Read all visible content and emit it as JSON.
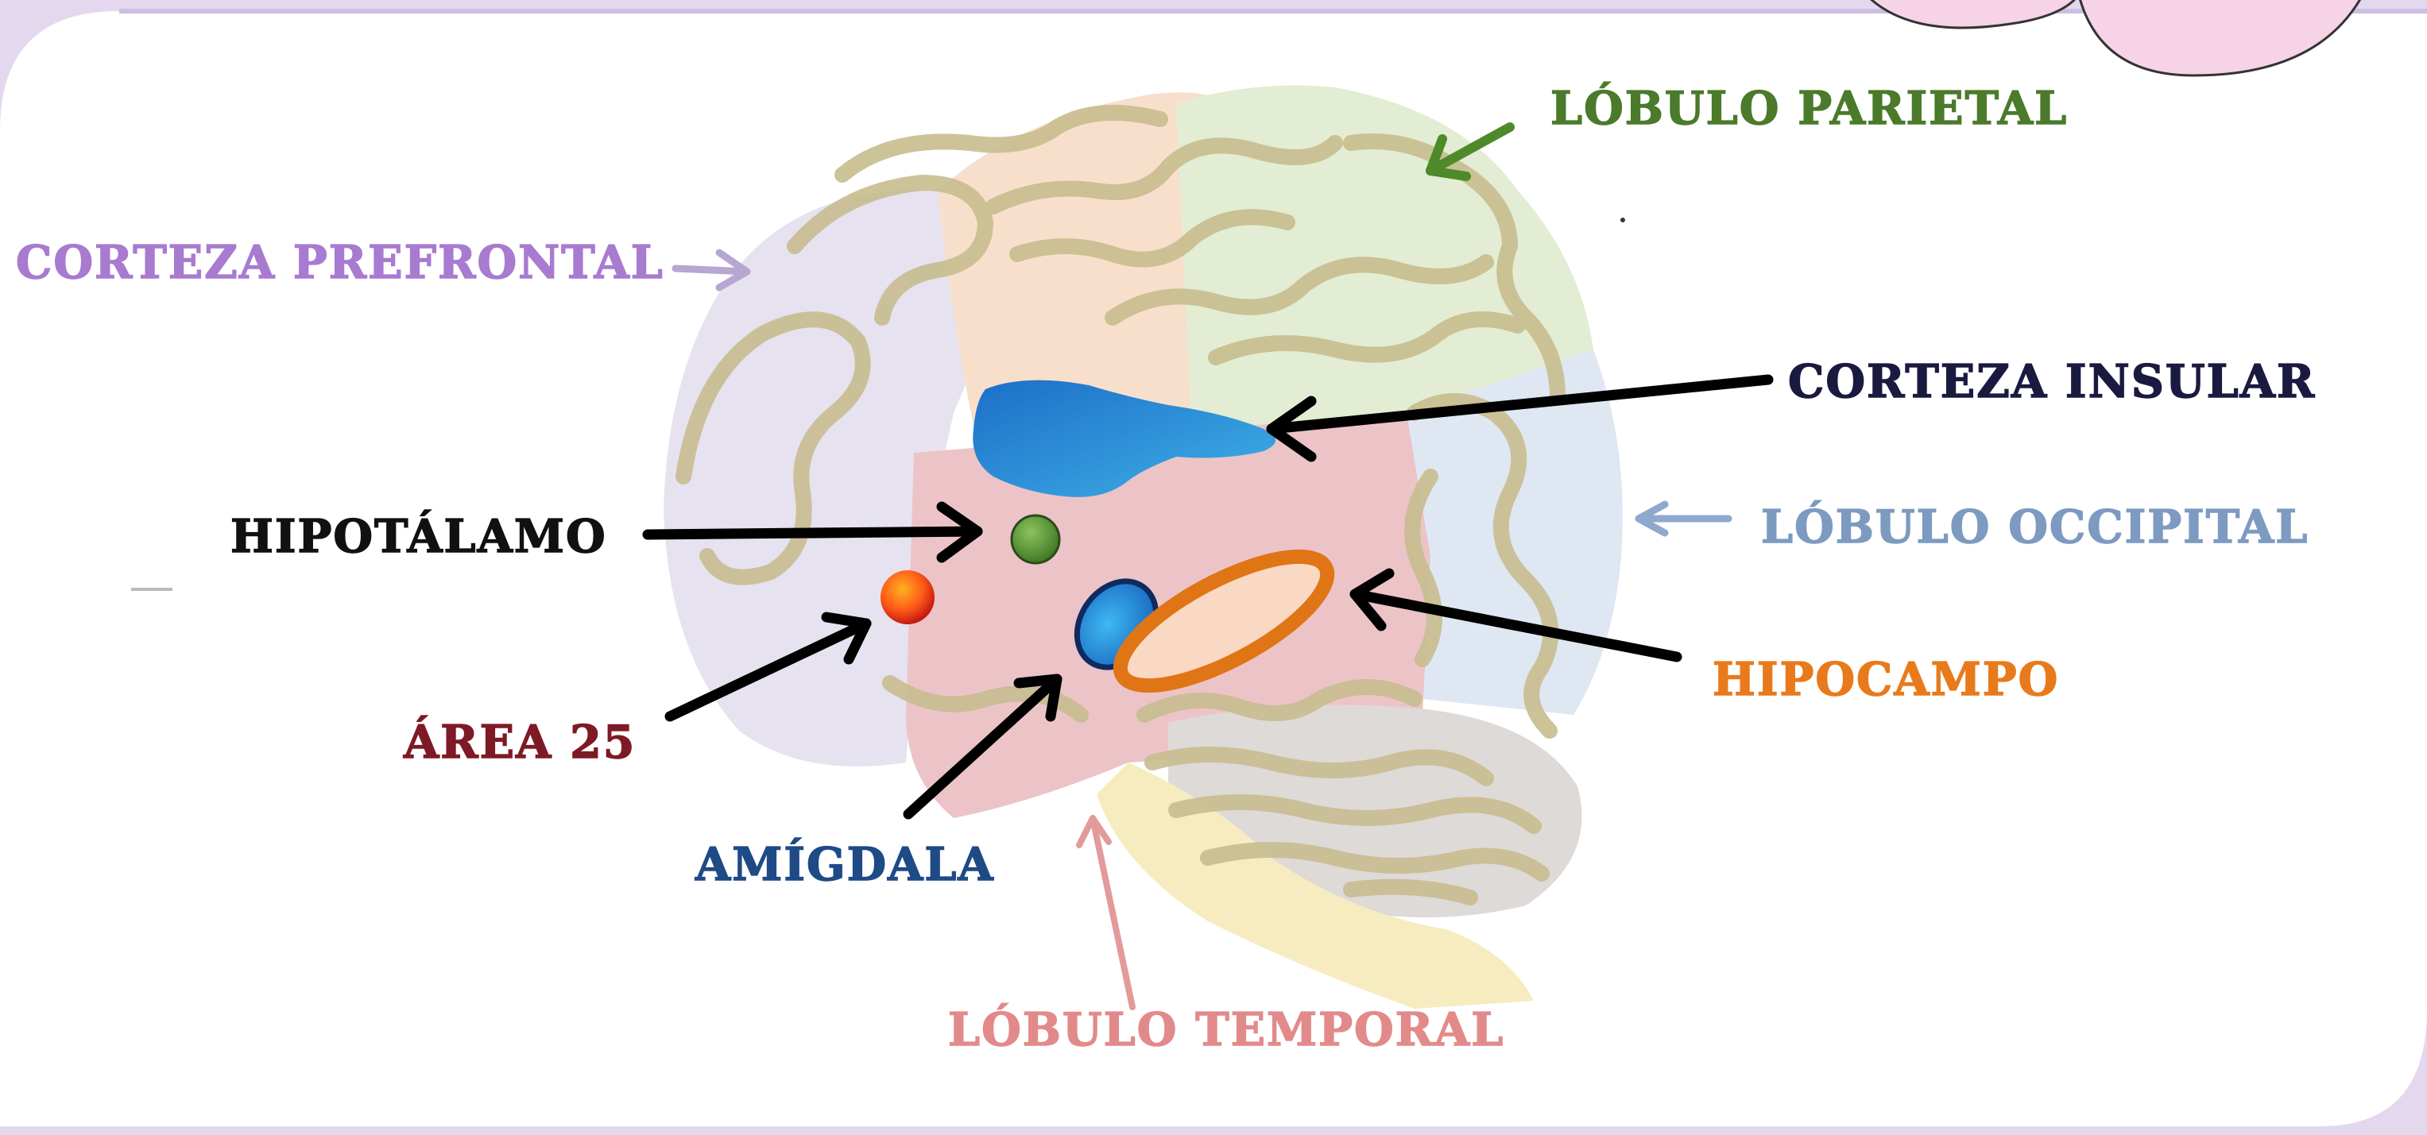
{
  "colors": {
    "page_bg": "#e4d8ee",
    "card_bg": "#ffffff",
    "prefrontal": "#a87ad0",
    "parietal": "#4a7a2a",
    "insular": "#1a1a40",
    "occipital": "#7d9ac0",
    "hipotalamo": "#111111",
    "hipocampo": "#e87a1c",
    "area25": "#7e1a25",
    "amigdala": "#1e4a86",
    "temporal": "#e28a8a",
    "brain_outline": "#c8bd8f",
    "amigdala_fill": "#1b8ee0",
    "insula_fill": "#2c8fd6",
    "hipotalamo_fill": "#5e9a3e",
    "area25_fill": "#e03a18"
  },
  "labels": {
    "corteza_prefrontal": "CORTEZA PREFRONTAL",
    "lobulo_parietal": "LÓBULO PARIETAL",
    "corteza_insular": "CORTEZA INSULAR",
    "lobulo_occipital": "LÓBULO OCCIPITAL",
    "hipotalamo": "HIPOTÁLAMO",
    "hipocampo": "HIPOCAMPO",
    "area_25": "ÁREA 25",
    "amigdala": "AMÍGDALA",
    "lobulo_temporal": "LÓBULO TEMPORAL"
  }
}
